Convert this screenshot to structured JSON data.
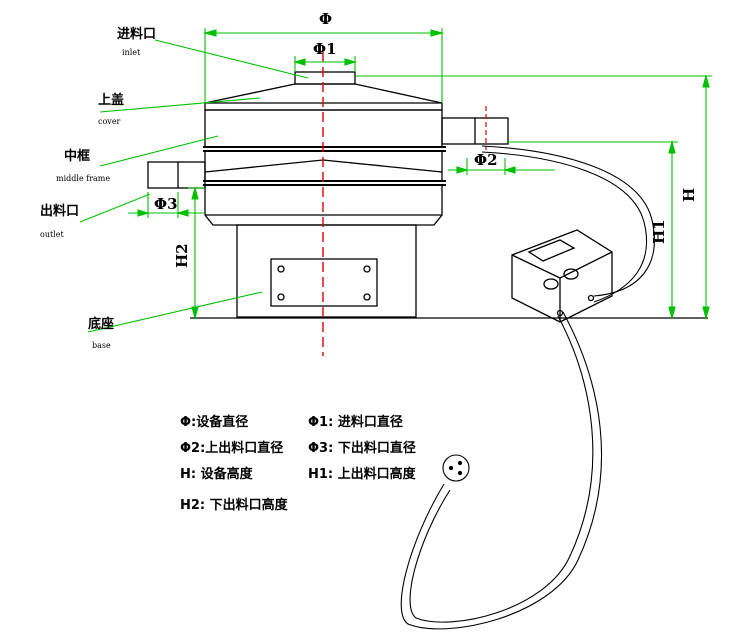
{
  "labels": {
    "inlet_cn": "进料口",
    "inlet_en": "inlet",
    "cover_cn": "上盖",
    "cover_en": "cover",
    "middle_frame_cn": "中框",
    "middle_frame_en": "middle frame",
    "outlet_cn": "出料口",
    "outlet_en": "outlet",
    "base_cn": "底座",
    "base_en": "base"
  },
  "dimensions": {
    "phi": "Φ",
    "phi1": "Φ1",
    "phi2": "Φ2",
    "phi3": "Φ3",
    "h": "H",
    "h1": "H1",
    "h2": "H2"
  },
  "legend": [
    "Φ:设备直径",
    "Φ1: 进料口直径",
    "Φ2:上出料口直径",
    "Φ3: 下出料口直径",
    "H: 设备高度",
    "H1: 上出料口高度",
    "H2: 下出料口高度"
  ],
  "colors": {
    "line": "#000000",
    "dimension": "#00c000",
    "centerline": "#e00000"
  }
}
